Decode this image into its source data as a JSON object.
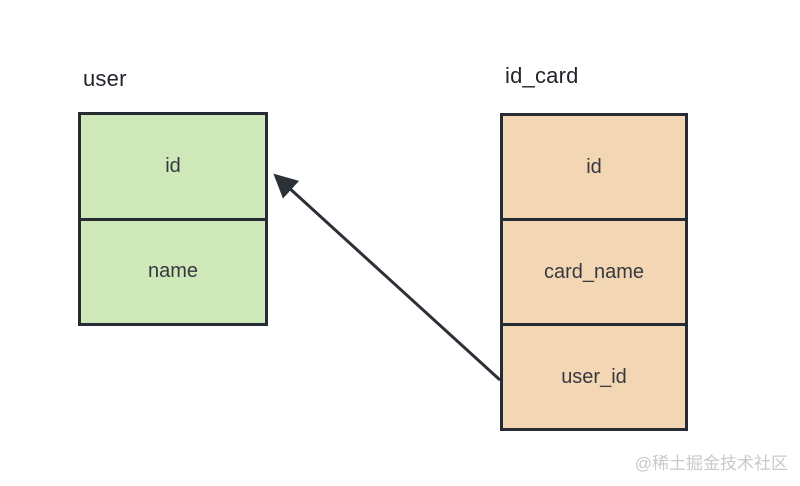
{
  "diagram": {
    "tables": [
      {
        "title": "user",
        "fill": "#cfe8b9",
        "fields": [
          "id",
          "name"
        ]
      },
      {
        "title": "id_card",
        "fill": "#f3d7b5",
        "fields": [
          "id",
          "card_name",
          "user_id"
        ]
      }
    ],
    "relation": {
      "from_table": "id_card",
      "from_field": "user_id",
      "to_table": "user",
      "to_field": "id"
    }
  },
  "colors": {
    "border": "#262c33",
    "row_text": "#36393f",
    "title_text": "#21252b",
    "arrow": "#2b3137",
    "watermark": "#c9c9c9",
    "background": "#ffffff"
  },
  "watermark": "@稀土掘金技术社区"
}
